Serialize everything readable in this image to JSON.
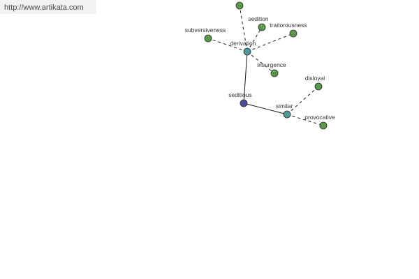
{
  "source": {
    "url": "http://www.artikata.com"
  },
  "colors": {
    "root": "#4a4c9b",
    "hub": "#4e9a9a",
    "leaf": "#5a9a4a"
  },
  "graph": {
    "nodes": [
      {
        "id": "seditious",
        "label": "seditious",
        "kind": "root"
      },
      {
        "id": "derivation",
        "label": "derivation",
        "kind": "hub"
      },
      {
        "id": "similar",
        "label": "similar",
        "kind": "hub"
      },
      {
        "id": "sedition",
        "label": "sedition",
        "kind": "leaf"
      },
      {
        "id": "traitorousness",
        "label": "traitorousness",
        "kind": "leaf"
      },
      {
        "id": "subversiveness",
        "label": "subversiveness",
        "kind": "leaf"
      },
      {
        "id": "insurgence",
        "label": "insurgence",
        "kind": "leaf"
      },
      {
        "id": "disloyal",
        "label": "disloyal",
        "kind": "leaf"
      },
      {
        "id": "provocative",
        "label": "provocative",
        "kind": "leaf"
      },
      {
        "id": "top-cut",
        "label": "",
        "kind": "leaf"
      }
    ],
    "edges": [
      {
        "from": "seditious",
        "to": "derivation",
        "style": "solid"
      },
      {
        "from": "seditious",
        "to": "similar",
        "style": "solid"
      },
      {
        "from": "derivation",
        "to": "sedition",
        "style": "dashed"
      },
      {
        "from": "derivation",
        "to": "traitorousness",
        "style": "dashed"
      },
      {
        "from": "derivation",
        "to": "subversiveness",
        "style": "dashed"
      },
      {
        "from": "derivation",
        "to": "insurgence",
        "style": "dashed"
      },
      {
        "from": "derivation",
        "to": "top-cut",
        "style": "dashed"
      },
      {
        "from": "similar",
        "to": "disloyal",
        "style": "dashed"
      },
      {
        "from": "similar",
        "to": "provocative",
        "style": "dashed"
      }
    ]
  }
}
